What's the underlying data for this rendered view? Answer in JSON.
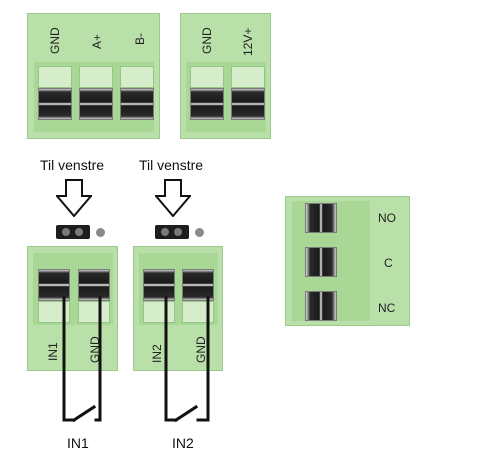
{
  "top_left_block": {
    "pins": [
      "GND",
      "A+",
      "B-"
    ]
  },
  "top_right_block": {
    "pins": [
      "GND",
      "12V+"
    ]
  },
  "jumper_left": {
    "label": "Til venstre"
  },
  "jumper_right": {
    "label": "Til venstre"
  },
  "input_block_left": {
    "pins": [
      "IN1",
      "GND"
    ],
    "switch_label": "IN1"
  },
  "input_block_right": {
    "pins": [
      "IN2",
      "GND"
    ],
    "switch_label": "IN2"
  },
  "relay_block": {
    "pins": [
      "NO",
      "C",
      "NC"
    ]
  }
}
